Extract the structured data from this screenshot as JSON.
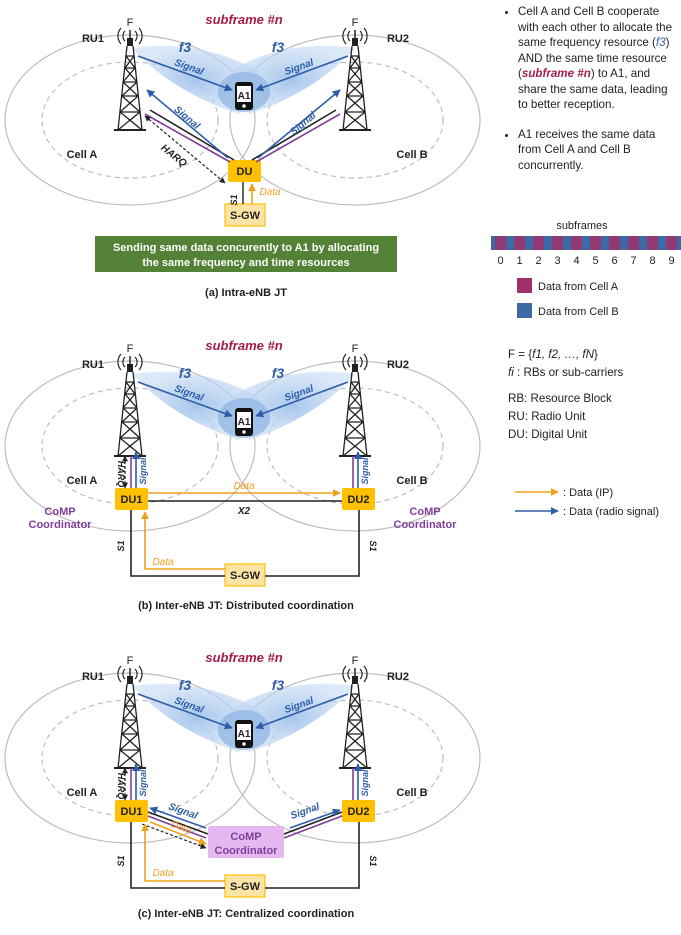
{
  "colors": {
    "accent_red": "#a51c4a",
    "signal_blue": "#2e5da8",
    "data_orange": "#f0a020",
    "harq_purple": "#7f3f98",
    "unit_yellow": "#ffc000",
    "coordinator_purple": "#e5b8f0",
    "banner_green": "#538135",
    "cell_a": "#a0306a",
    "cell_b": "#3b6aa6"
  },
  "panels": {
    "a": {
      "subframe": "subframe #n",
      "ru1": "RU1",
      "ru2": "RU2",
      "antenna": "F",
      "freq": "f3",
      "signal": "Signal",
      "ue": "A1",
      "harq": "HARQ",
      "du": "DU",
      "s1": "S1",
      "data": "Data",
      "sgw": "S-GW",
      "cell_a": "Cell A",
      "cell_b": "Cell B",
      "banner_line1": "Sending same data concurently to A1 by allocating",
      "banner_line2": "the same frequency and time resources",
      "caption": "(a) Intra-eNB JT"
    },
    "b": {
      "subframe": "subframe #n",
      "ru1": "RU1",
      "ru2": "RU2",
      "antenna": "F",
      "freq": "f3",
      "signal": "Signal",
      "ue": "A1",
      "harq": "HARQ",
      "du1": "DU1",
      "du2": "DU2",
      "x2": "X2",
      "data": "Data",
      "s1": "S1",
      "sgw": "S-GW",
      "cell_a": "Cell A",
      "cell_b": "Cell B",
      "comp_line1": "CoMP",
      "comp_line2": "Coordinator",
      "caption": "(b) Inter-eNB JT: Distributed coordination"
    },
    "c": {
      "subframe": "subframe #n",
      "ru1": "RU1",
      "ru2": "RU2",
      "antenna": "F",
      "freq": "f3",
      "signal": "Signal",
      "ue": "A1",
      "harq": "HARQ",
      "du1": "DU1",
      "du2": "DU2",
      "data": "Data",
      "s1": "S1",
      "sgw": "S-GW",
      "cell_a": "Cell A",
      "cell_b": "Cell B",
      "comp_line1": "CoMP",
      "comp_line2": "Coordinator",
      "caption": "(c) Inter-eNB JT: Centralized coordination"
    }
  },
  "sidebar": {
    "b1_p1": "Cell A and Cell B cooperate with each other to allocate the same frequency resource (",
    "b1_f": "f3",
    "b1_p2": ") AND the same time resource (",
    "b1_sub": "subframe #n",
    "b1_p3": ") to A1, and share the same data, leading to better reception.",
    "b2": "A1 receives the same data from Cell A and Cell B concurrently.",
    "subframes_title": "subframes",
    "subframe_numbers": [
      "0",
      "1",
      "2",
      "3",
      "4",
      "5",
      "6",
      "7",
      "8",
      "9"
    ],
    "legend_cell_a": "Data from Cell A",
    "legend_cell_b": "Data from Cell B",
    "def_F_prefix": "F = {",
    "def_F_body": "f1, f2, …, fN",
    "def_F_suffix": "}",
    "def_fi_sym": "fi",
    "def_fi_text": " : RBs or sub-carriers",
    "def_rb": "RB: Resource Block",
    "def_ru": "RU: Radio Unit",
    "def_du": "DU: Digital Unit",
    "legend_data_ip": ": Data (IP)",
    "legend_data_radio": ": Data (radio signal)"
  }
}
